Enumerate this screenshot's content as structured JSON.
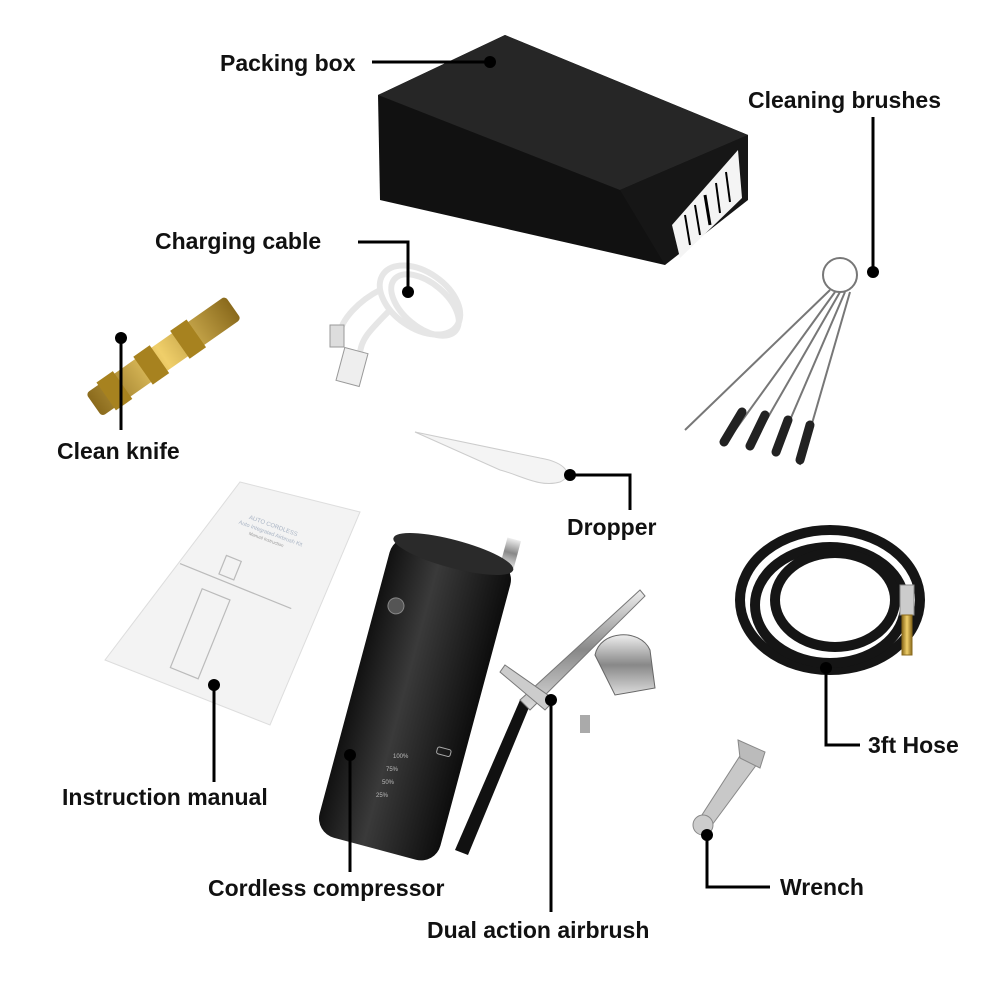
{
  "labels": {
    "packing_box": "Packing box",
    "cleaning_brushes": "Cleaning brushes",
    "charging_cable": "Charging cable",
    "clean_knife": "Clean knife",
    "dropper": "Dropper",
    "hose": "3ft Hose",
    "instruction_manual": "Instruction manual",
    "cordless_compressor": "Cordless compressor",
    "dual_action_airbrush": "Dual action airbrush",
    "wrench": "Wrench"
  },
  "compressor_battery_levels": [
    "100%",
    "75%",
    "50%",
    "25%"
  ],
  "manual_cover": [
    "AUTO CORDLESS",
    "Auto Integrated Airbrush Kit",
    "Manual Instruction"
  ],
  "colors": {
    "label": "#111111",
    "leader": "#000000",
    "brass": "#c9a13a",
    "box": "#1b1b1b"
  }
}
